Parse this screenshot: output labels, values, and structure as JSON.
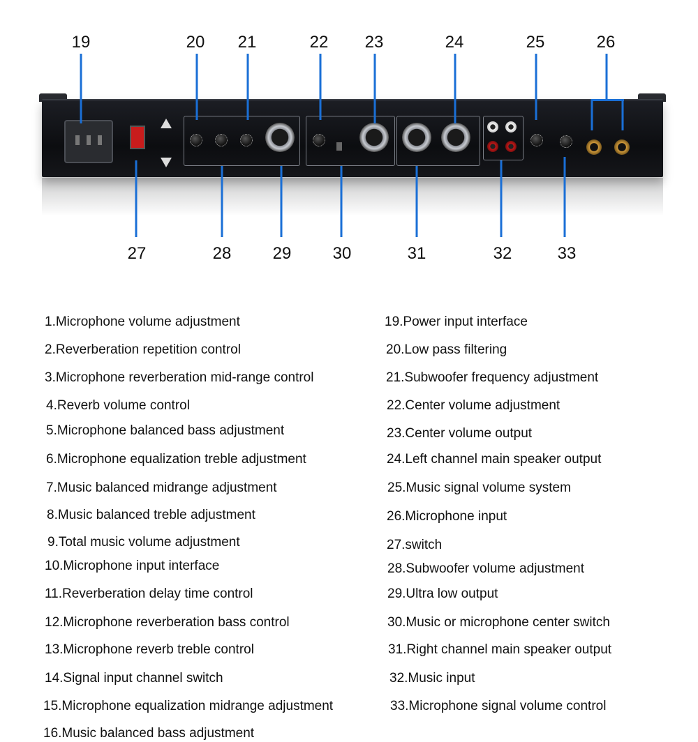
{
  "callouts": {
    "top": [
      "19",
      "20",
      "21",
      "22",
      "23",
      "24",
      "25",
      "26"
    ],
    "bottom": [
      "27",
      "28",
      "29",
      "30",
      "31",
      "32",
      "33"
    ]
  },
  "colors": {
    "callout_line": "#1a6fd6",
    "background": "#ffffff"
  },
  "descriptions_left": [
    "1.Microphone volume adjustment",
    "2.Reverberation repetition control",
    "3.Microphone reverberation mid-range control",
    "4.Reverb volume control",
    "5.Microphone balanced bass adjustment",
    "6.Microphone equalization treble adjustment",
    "7.Music balanced midrange adjustment",
    "8.Music balanced treble adjustment",
    "9.Total music volume adjustment",
    "10.Microphone input interface",
    "11.Reverberation delay time control",
    "12.Microphone reverberation bass control",
    "13.Microphone reverb treble control",
    "14.Signal input channel switch",
    "15.Microphone equalization midrange adjustment",
    "16.Music balanced bass adjustment"
  ],
  "descriptions_right": [
    "19.Power input interface",
    "20.Low pass filtering",
    "21.Subwoofer frequency adjustment",
    "22.Center volume adjustment",
    "23.Center volume output",
    "24.Left channel main speaker output",
    "25.Music signal volume system",
    "26.Microphone input",
    "27.switch",
    "28.Subwoofer volume adjustment",
    "29.Ultra low output",
    "30.Music or microphone center switch",
    "31.Right channel main speaker output",
    "32.Music input",
    "33.Microphone signal volume control"
  ]
}
